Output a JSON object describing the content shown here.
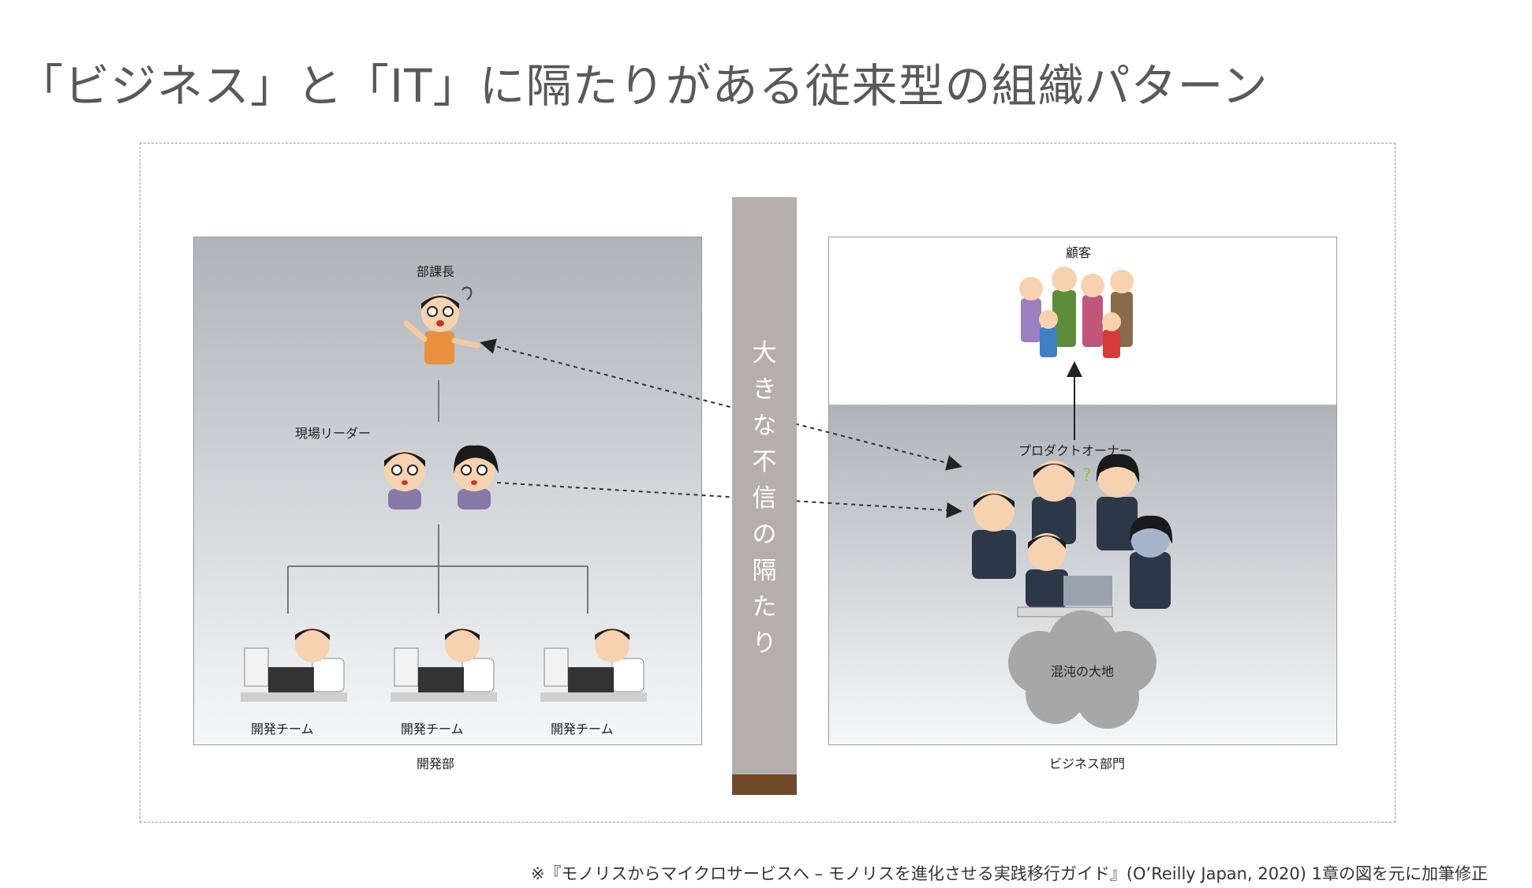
{
  "title": "「ビジネス」と「IT」に隔たりがある従来型の組織パターン",
  "left_panel": {
    "manager": "部課長",
    "leaders": "現場リーダー",
    "team_labels": [
      "開発チーム",
      "開発チーム",
      "開発チーム"
    ],
    "footer": "開発部"
  },
  "wall": {
    "chars": [
      "大",
      "き",
      "な",
      "不",
      "信",
      "の",
      "隔",
      "た",
      "り"
    ]
  },
  "right_panel": {
    "customers": "顧客",
    "product_owner": "プロダクトオーナー",
    "chaos": "混沌の大地",
    "footer": "ビジネス部門"
  },
  "caption": "※『モノリスからマイクロサービスへ – モノリスを進化させる実践移行ガイド』(O’Reilly Japan, 2020) 1章の図を元に加筆修正",
  "colors": {
    "wall": "#b5afac",
    "wall_base": "#6e4a2b",
    "panel_gradient_top": "#aeb4ba",
    "panel_gradient_bottom": "#f6f7f8"
  }
}
